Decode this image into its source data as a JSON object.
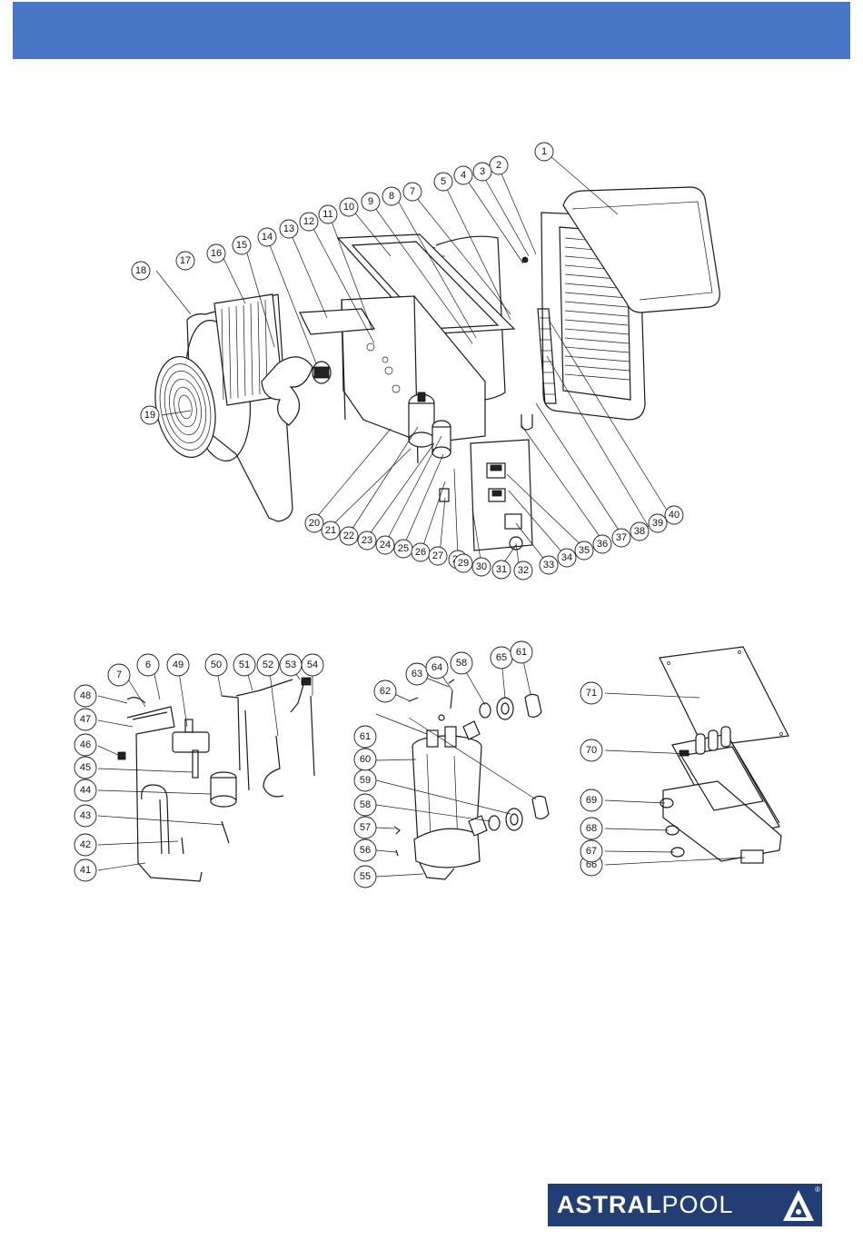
{
  "callouts_main": [
    "1",
    "2",
    "3",
    "4",
    "5",
    "7",
    "8",
    "9",
    "10",
    "11",
    "12",
    "13",
    "14",
    "15",
    "16",
    "17",
    "18",
    "19",
    "20",
    "21",
    "22",
    "23",
    "24",
    "25",
    "26",
    "27",
    "28",
    "29",
    "30",
    "31",
    "32",
    "33",
    "34",
    "35",
    "36",
    "37",
    "38",
    "39",
    "40"
  ],
  "callouts_piping": [
    "41",
    "42",
    "43",
    "44",
    "45",
    "46",
    "47",
    "48",
    "7",
    "6",
    "49",
    "50",
    "51",
    "52",
    "53",
    "54"
  ],
  "callouts_compressor": [
    "55",
    "56",
    "57",
    "58",
    "59",
    "60",
    "61",
    "62",
    "63",
    "64",
    "58",
    "65",
    "61"
  ],
  "callouts_controller": [
    "66",
    "67",
    "68",
    "69",
    "70",
    "71"
  ],
  "logo": {
    "bold": "ASTRAL",
    "light": "POOL",
    "registered": "®",
    "mark": "triangle-logo-icon"
  },
  "colors": {
    "header": "#4a76c8",
    "logo_bg": "#233e74"
  }
}
